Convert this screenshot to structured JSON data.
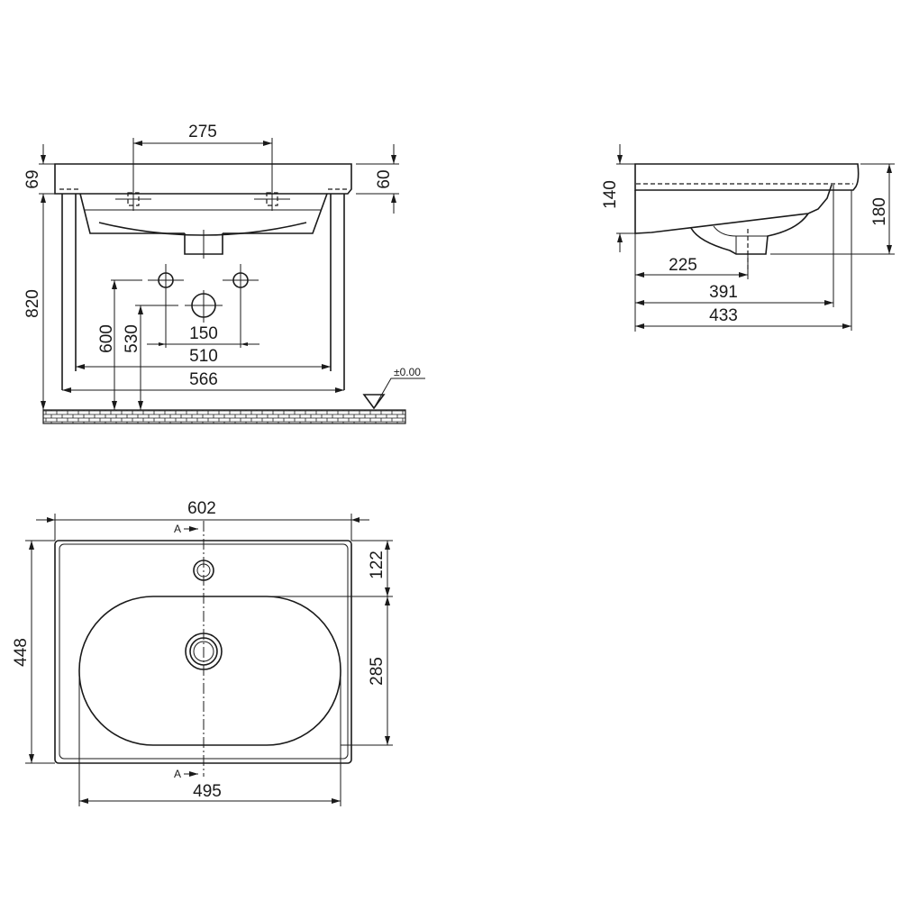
{
  "front_view": {
    "dims": {
      "tap_spacing": "275",
      "slab_height_left": "69",
      "slab_height_right": "60",
      "total_height": "820",
      "outlet_height_1": "600",
      "outlet_height_2": "530",
      "outlet_spacing": "150",
      "inner_width": "510",
      "outer_width": "566"
    },
    "floor_level": "±0.00"
  },
  "side_view": {
    "dims": {
      "height_140": "140",
      "height_180": "180",
      "drain_offset": "225",
      "bowl_depth": "391",
      "total_depth": "433"
    }
  },
  "plan_view": {
    "dims": {
      "width": "602",
      "depth": "448",
      "tap_offset": "122",
      "bowl_depth": "285",
      "bowl_width": "495"
    },
    "section_mark_top": "A",
    "section_mark_bottom": "A"
  }
}
